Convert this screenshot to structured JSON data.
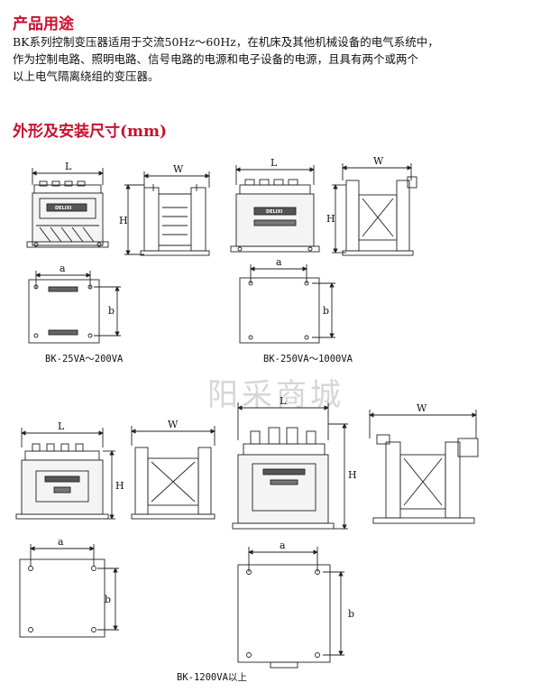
{
  "section1": {
    "title": "产品用途",
    "lines": [
      "BK系列控制变压器适用于交流50Hz～60Hz，在机床及其他机械设备的电气系统中，",
      "作为控制电路、照明电路、信号电路的电源和电子设备的电源，且具有两个或两个",
      "以上电气隔离绕组的变压器。"
    ]
  },
  "section2": {
    "title": "外形及安装尺寸(mm)"
  },
  "dim_labels": {
    "L": "L",
    "W": "W",
    "H": "H",
    "a": "a",
    "b": "b"
  },
  "plate_text": "DELIXI",
  "captions": {
    "fig1": "BK-25VA～200VA",
    "fig2": "BK-250VA～1000VA",
    "fig3": "BK-1200VA以上"
  },
  "watermark": "阳采商城"
}
